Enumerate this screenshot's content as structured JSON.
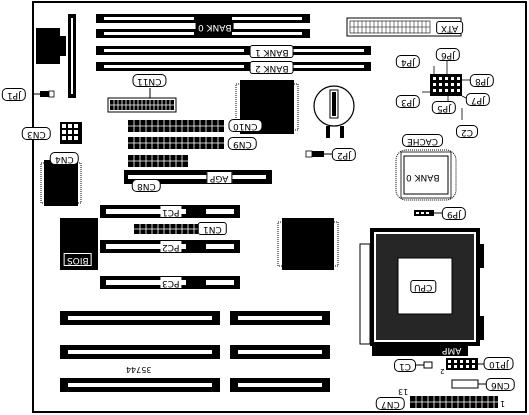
{
  "board": {
    "part_number": "35744",
    "labels": {
      "bank0_top": "BANK 0",
      "bank1": "BANK 1",
      "bank2": "BANK 2",
      "atx": "ATX",
      "jp1": "JP1",
      "jp2": "JP2",
      "jp3": "JP3",
      "jp4": "JP4",
      "jp5": "JP5",
      "jp6": "JP6",
      "jp7": "JP7",
      "jp8": "JP8",
      "jp9": "JP9",
      "jp10": "JP10",
      "cn1": "CN1",
      "cn3": "CN3",
      "cn4": "CN4",
      "cn6": "CN6",
      "cn7": "CN7",
      "cn8": "CN8",
      "cn9": "CN9",
      "cn10": "CN10",
      "cn11": "CN11",
      "c1": "C1",
      "c2": "C2",
      "cache": "CACHE",
      "bank0_cache": "BANK 0",
      "agp": "AGP",
      "pc1": "PC1",
      "pc2": "PC2",
      "pc3": "PC3",
      "bios": "BIOS",
      "cpu": "CPU",
      "amp": "AMP",
      "pin1": "1",
      "pin13": "13",
      "pin2": "2"
    }
  }
}
